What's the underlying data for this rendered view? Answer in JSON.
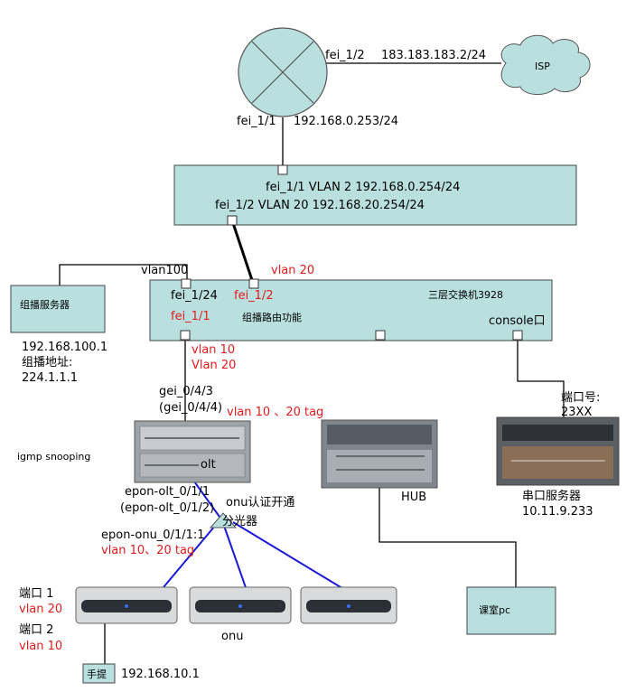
{
  "router": {
    "port_wan": "fei_1/2",
    "wan_ip": "183.183.183.2/24",
    "port_lan": "fei_1/1",
    "lan_ip": "192.168.0.253/24"
  },
  "isp": {
    "label": "ISP"
  },
  "core_switch": {
    "line1": "fei_1/1  VLAN 2  192.168.0.254/24",
    "line2": "fei_1/2  VLAN 20 192.168.20.254/24"
  },
  "l3_switch": {
    "vlan100": "vlan100",
    "vlan20_top": "vlan  20",
    "port_24": "fei_1/24",
    "port_2": "fei_1/2",
    "port_1": "fei_1/1",
    "function": "组播路由功能",
    "name": "三层交换机3928",
    "console": "console口"
  },
  "multicast_server": {
    "label": "组播服务器",
    "ip": "192.168.100.1",
    "group_label": "组播地址:",
    "group": "224.1.1.1"
  },
  "uplink": {
    "vlan10": "vlan  10",
    "vlan20": "Vlan  20",
    "gei_a": "gei_0/4/3",
    "gei_b": "(gei_0/4/4)",
    "tag": "vlan 10 、20 tag"
  },
  "igmp": "igmp snooping",
  "olt": {
    "label": "olt",
    "port_a": "epon-olt_0/1/1",
    "port_b": "(epon-olt_0/1/2)"
  },
  "splitter": {
    "label": "分光器",
    "auth": "onu认证开通"
  },
  "onu_port": {
    "port": "epon-onu_0/1/1:1",
    "tag": "vlan 10、20 tag"
  },
  "onu": {
    "label": "onu",
    "p1": "端口 1",
    "p1_vlan": "vlan 20",
    "p2": "端口 2",
    "p2_vlan": "vlan 10"
  },
  "laptop": {
    "label": "手提",
    "ip": "192.168.10.1"
  },
  "hub": {
    "label": "HUB"
  },
  "serial_server": {
    "port_label": "端口号:",
    "port_val": "23XX",
    "label": "串口服务器",
    "ip": "10.11.9.233"
  },
  "classroom_pc": {
    "label": "课室pc"
  },
  "colors": {
    "box_fill": "#b9e0df",
    "red_text": "#e31b1b",
    "fiber": "#1a1ad6"
  }
}
